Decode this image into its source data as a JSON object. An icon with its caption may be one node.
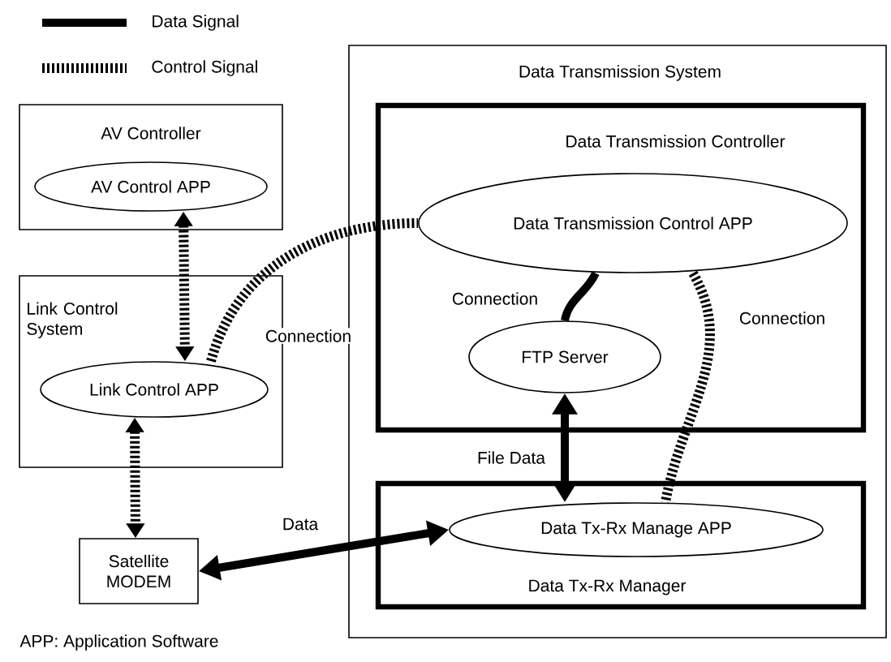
{
  "diagram": {
    "nodes": [
      {
        "text": [
          "AV Controller"
        ]
      },
      {
        "text": [
          "AV Control APP"
        ],
        "in": 0
      },
      {
        "text": [
          "Data Transmission System"
        ]
      },
      {
        "text": [
          "Data Transmission Controller"
        ],
        "in": 2
      },
      {
        "text": [
          "Data Transmission Control APP"
        ],
        "in": 3
      },
      {
        "text": [
          "Link Control System"
        ]
      },
      {
        "text": [
          "Link Control APP"
        ],
        "in": 5
      },
      {
        "text": [
          "FTP Server"
        ],
        "in": 3
      },
      {
        "text": [
          "Data Tx-Rx Manager"
        ],
        "in": 2
      },
      {
        "text": [
          "Data Tx-Rx Manage APP"
        ],
        "in": 8
      },
      {
        "text": [
          "Satellite MODEM"
        ]
      }
    ],
    "edges": [
      {
        "from": 1,
        "to": 6,
        "arrow": "both",
        "style": "dashed"
      },
      {
        "from": 6,
        "to": 4,
        "arrow": "none",
        "label": "Connection",
        "style": "dashed"
      },
      {
        "from": 4,
        "to": 7,
        "arrow": "none",
        "label": "Connection"
      },
      {
        "from": 4,
        "to": 9,
        "arrow": "none",
        "label": "Connection",
        "style": "dashed"
      },
      {
        "from": 7,
        "to": 9,
        "arrow": "both",
        "label": "File Data"
      },
      {
        "from": 6,
        "to": 10,
        "arrow": "both",
        "style": "dashed"
      },
      {
        "from": 10,
        "to": 9,
        "arrow": "both",
        "label": "Data"
      }
    ],
    "labels": [
      "APP: Application Software"
    ],
    "legend": [
      {
        "text": "Data Signal"
      },
      {
        "text": "Control Signal"
      }
    ]
  }
}
